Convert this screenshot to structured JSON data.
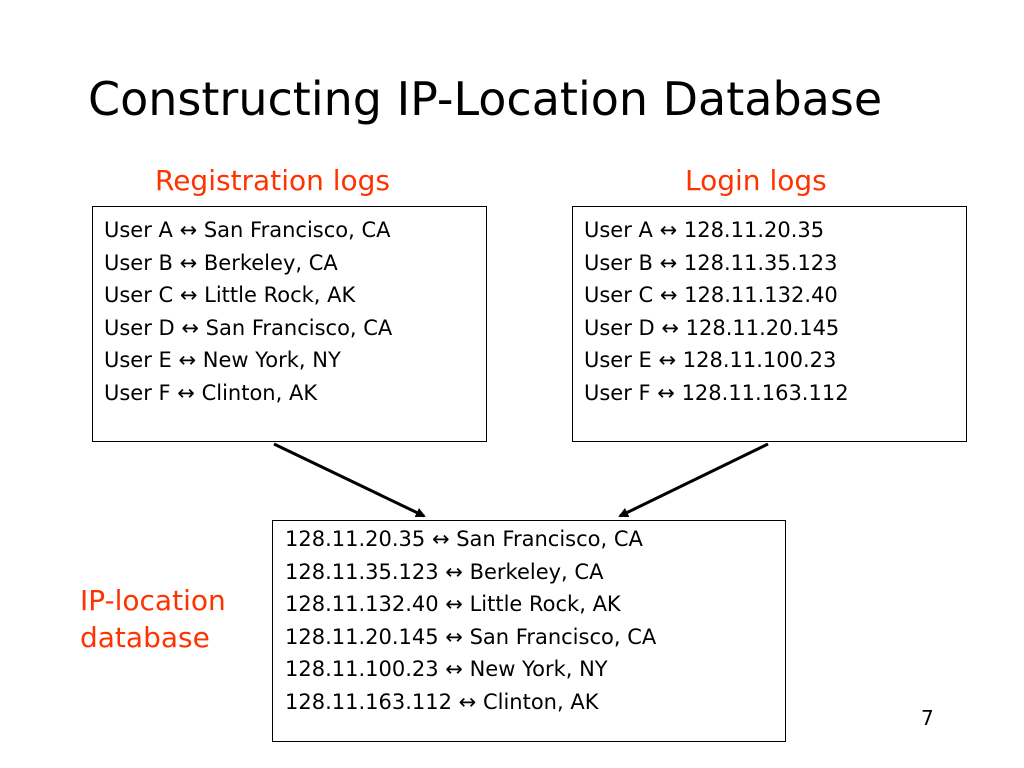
{
  "title": "Constructing IP-Location Database",
  "colors": {
    "accent": "#ff3300",
    "text": "#000000",
    "background": "#ffffff"
  },
  "registration": {
    "label": "Registration logs",
    "entries": [
      "User A ↔ San Francisco, CA",
      "User B ↔ Berkeley, CA",
      "User C ↔ Little Rock, AK",
      "User D ↔ San Francisco, CA",
      "User E ↔ New York, NY",
      "User F ↔ Clinton, AK"
    ]
  },
  "login": {
    "label": "Login logs",
    "entries": [
      "User A ↔ 128.11.20.35",
      "User B ↔ 128.11.35.123",
      "User C ↔ 128.11.132.40",
      "User D ↔ 128.11.20.145",
      "User E ↔ 128.11.100.23",
      "User F ↔ 128.11.163.112"
    ]
  },
  "database": {
    "label_line1": "IP-location",
    "label_line2": "database",
    "entries": [
      "128.11.20.35 ↔ San Francisco, CA",
      "128.11.35.123 ↔ Berkeley, CA",
      "128.11.132.40 ↔ Little Rock, AK",
      "128.11.20.145 ↔ San Francisco, CA",
      "128.11.100.23 ↔ New York, NY",
      "128.11.163.112 ↔ Clinton, AK"
    ]
  },
  "page_number": "7"
}
